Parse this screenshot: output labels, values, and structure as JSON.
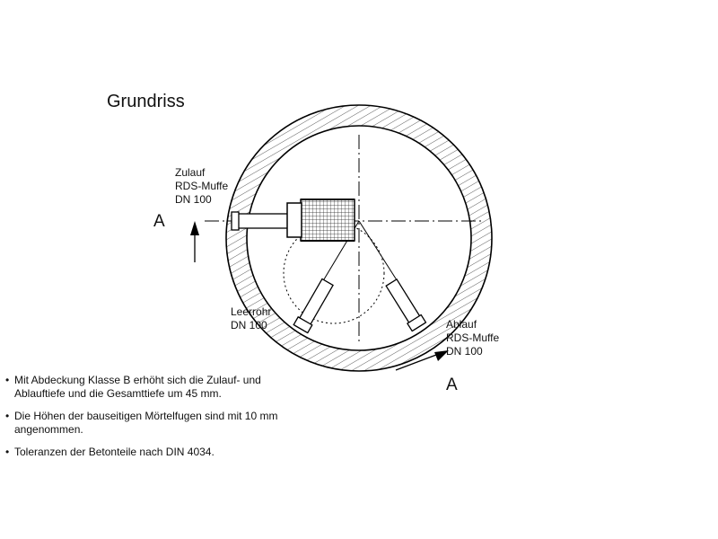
{
  "title": "Grundriss",
  "labels": {
    "zulauf": [
      "Zulauf",
      "RDS-Muffe",
      "DN 100"
    ],
    "leerrohr": [
      "Leerrohr",
      "DN 100"
    ],
    "ablauf": [
      "Ablauf",
      "RDS-Muffe",
      "DN 100"
    ]
  },
  "section_marker": "A",
  "notes": [
    [
      "Mit Abdeckung Klasse B erhöht sich die Zulauf- und",
      "Ablauftiefe und die Gesamttiefe um 45 mm."
    ],
    [
      "Die Höhen der bauseitigen Mörtelfugen sind mit 10 mm",
      "angenommen."
    ],
    [
      "Toleranzen der Betonteile nach DIN 4034."
    ]
  ]
}
